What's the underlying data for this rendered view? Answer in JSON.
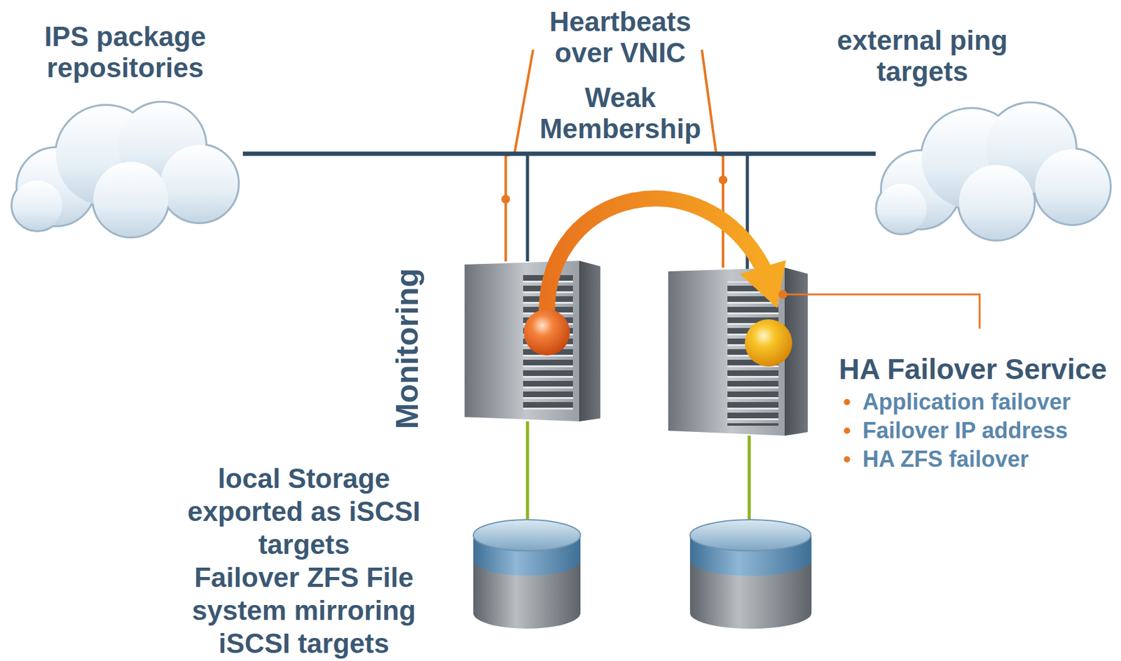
{
  "diagram": {
    "nodes": [
      {
        "text": [
          "IPS package repositories"
        ]
      },
      {
        "text": [
          "external ping targets"
        ]
      }
    ],
    "edges": [
      {
        "from": 0,
        "to": 1,
        "arrow": "none"
      }
    ],
    "labels": [
      "Heartbeats over VNIC",
      "Weak Membership",
      "Monitoring",
      "local Storage exported as iSCSI targets",
      "Failover ZFS File system mirroring iSCSI targets",
      "HA Failover Service",
      "Application failover",
      "Failover IP address",
      "HA ZFS failover"
    ]
  }
}
